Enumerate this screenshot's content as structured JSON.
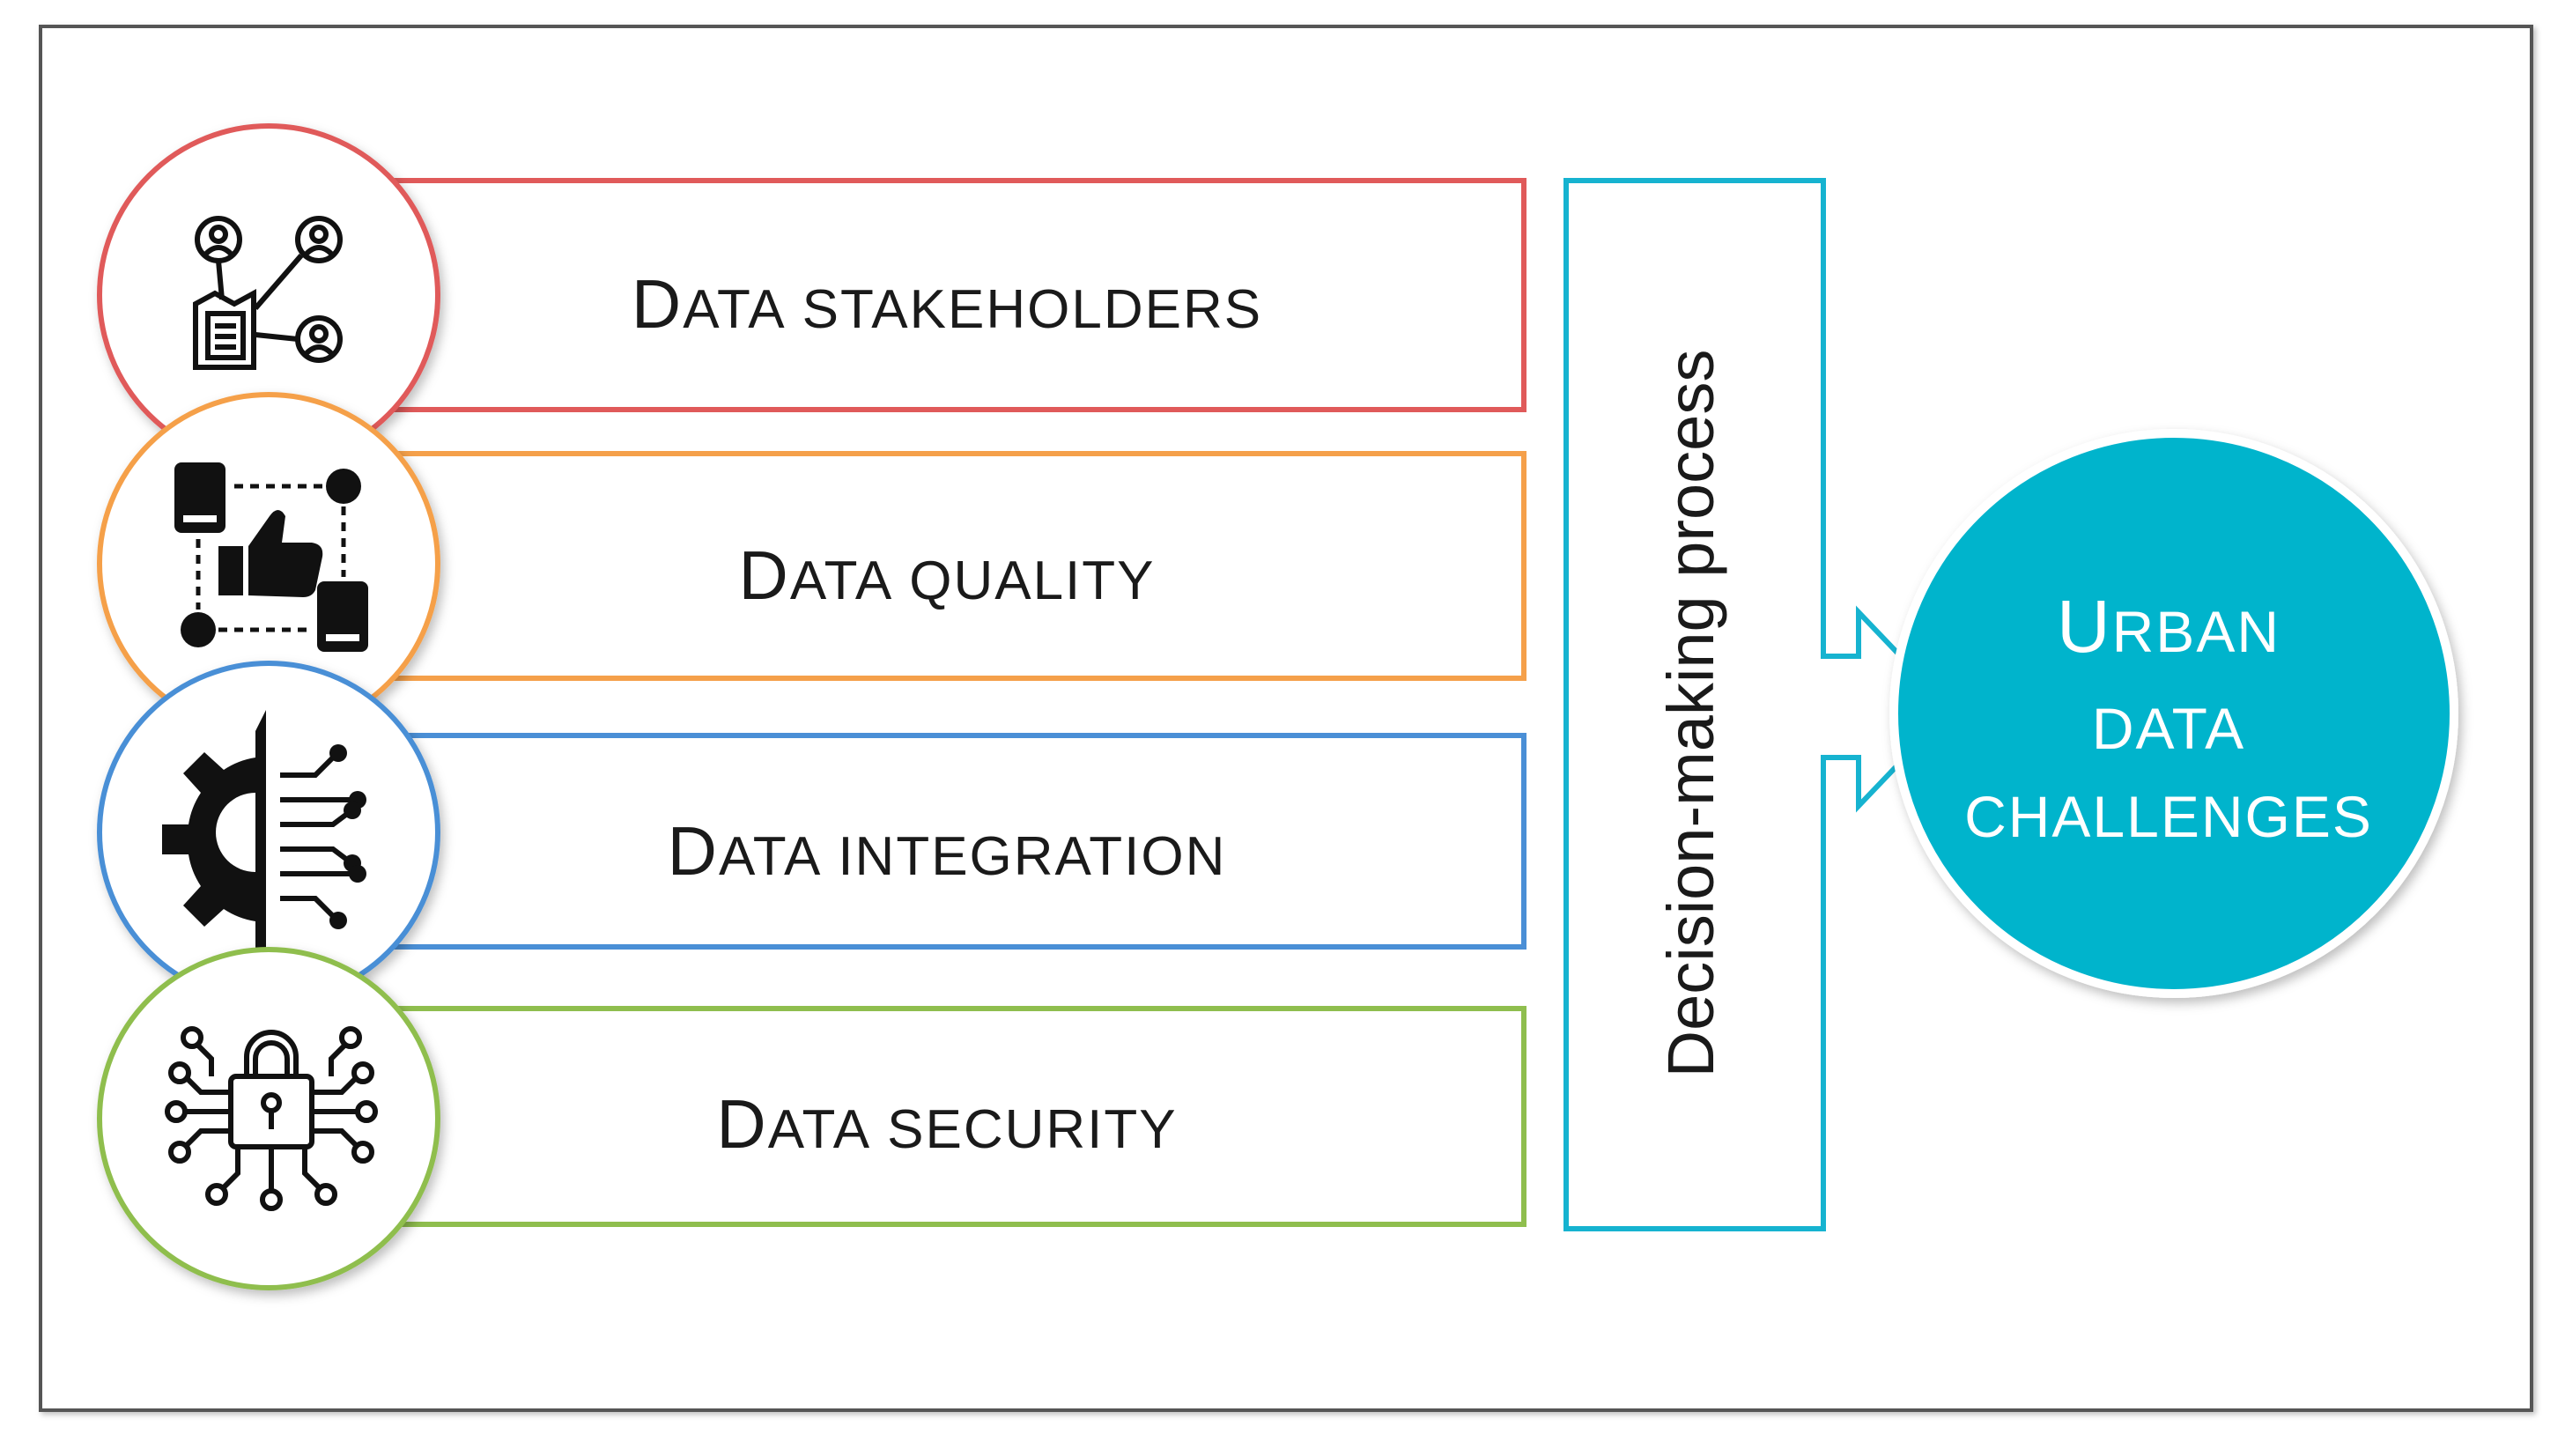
{
  "rows": [
    {
      "first_letter": "D",
      "rest_first": "ATA",
      "rest_second": "STAKEHOLDERS",
      "color": "#e05a5a",
      "icon": "stakeholders-icon"
    },
    {
      "first_letter": "D",
      "rest_first": "ATA",
      "rest_second": "QUALITY",
      "color": "#f5a04a",
      "icon": "data-quality-icon"
    },
    {
      "first_letter": "D",
      "rest_first": "ATA",
      "rest_second": "INTEGRATION",
      "color": "#4a8fd6",
      "icon": "data-integration-icon"
    },
    {
      "first_letter": "D",
      "rest_first": "ATA",
      "rest_second": "SECURITY",
      "color": "#8fbe4e",
      "icon": "data-security-icon"
    }
  ],
  "process": {
    "label": "Decision-making process",
    "color": "#16b3d0"
  },
  "result": {
    "line1_first": "U",
    "line1_rest": "RBAN",
    "line2": "DATA",
    "line3": "CHALLENGES",
    "color": "#00b4cc"
  }
}
